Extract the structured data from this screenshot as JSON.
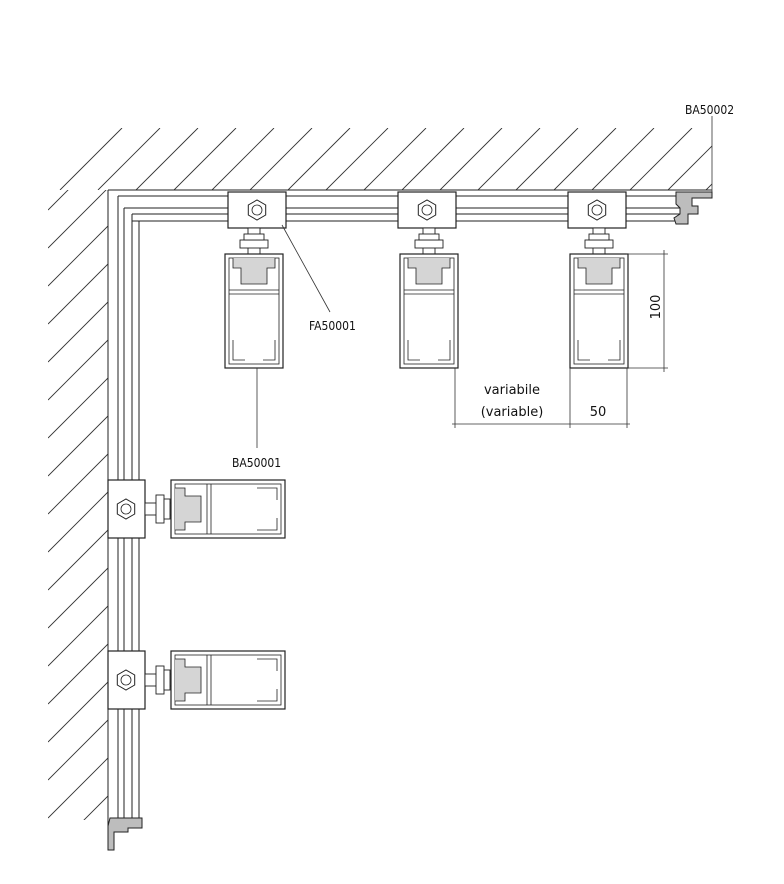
{
  "labels": {
    "top_right": "BA50002",
    "bracket": "FA50001",
    "profile": "BA50001"
  },
  "dimensions": {
    "height": "100",
    "width": "50",
    "spacing_it": "variabile",
    "spacing_en": "(variable)"
  },
  "colors": {
    "line": "#222222",
    "hatch": "#333333",
    "background": "#ffffff"
  }
}
